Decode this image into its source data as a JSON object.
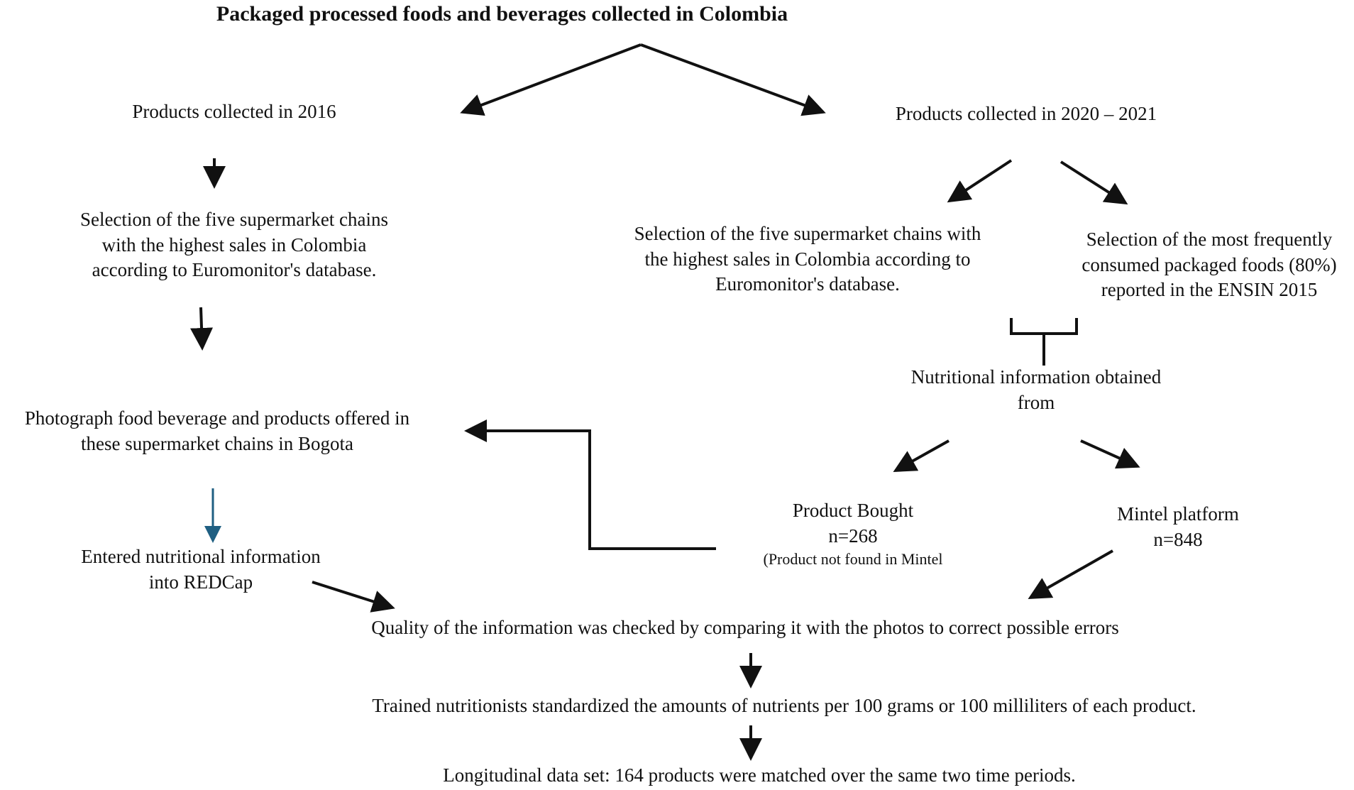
{
  "title": "Packaged processed foods and beverages collected in Colombia",
  "left": {
    "collected": "Products collected in 2016",
    "selection": [
      "Selection of the five supermarket chains",
      "with the highest sales in Colombia",
      "according to Euromonitor's database."
    ],
    "photograph": [
      "Photograph food beverage and products offered in",
      "these supermarket chains in Bogota"
    ],
    "entered": [
      "Entered nutritional information",
      "into REDCap"
    ]
  },
  "right": {
    "collected": "Products collected in 2020 – 2021",
    "selection_chains": [
      "Selection of the five supermarket chains with",
      "the highest sales in Colombia according to",
      "Euromonitor's database."
    ],
    "selection_foods": [
      "Selection of the most frequently",
      "consumed packaged foods (80%)",
      "reported in the ENSIN 2015"
    ],
    "nutritional_info": [
      "Nutritional information obtained",
      "from"
    ],
    "product_bought": {
      "label": "Product Bought",
      "n": "n=268",
      "note": "(Product not found in Mintel"
    },
    "mintel": {
      "label": "Mintel platform",
      "n": "n=848"
    }
  },
  "bottom": {
    "quality": "Quality of the information was checked by comparing it with the photos to correct possible errors",
    "standardized": "Trained nutritionists standardized the amounts of nutrients per 100 grams or 100 milliliters of each product.",
    "longitudinal": "Longitudinal data set: 164 products were matched over the same two time periods."
  },
  "colors": {
    "arrow": "#111111",
    "accent_arrow": "#1f5f82"
  }
}
